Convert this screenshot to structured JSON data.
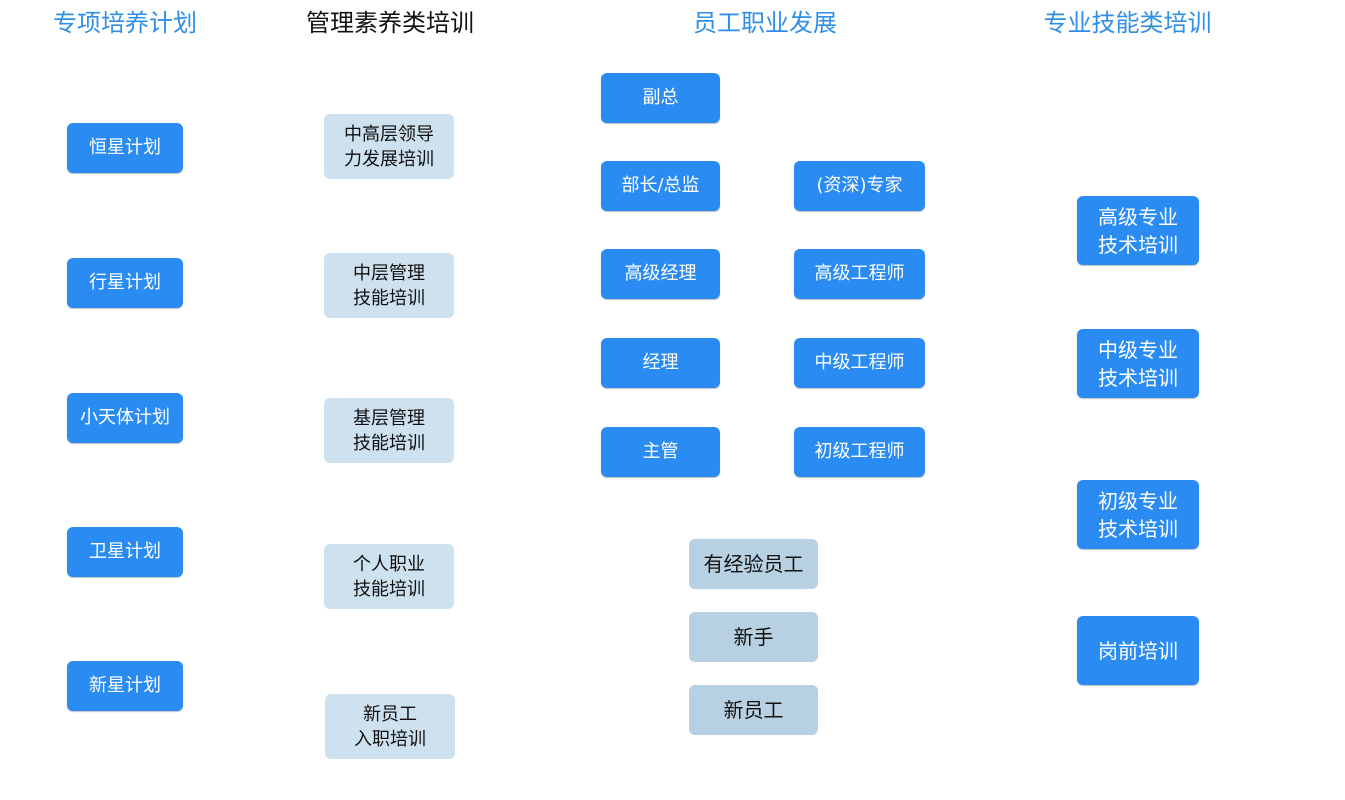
{
  "columns": {
    "special": {
      "title": "专项培养计划",
      "items": [
        "恒星计划",
        "行星计划",
        "小天体计划",
        "卫星计划",
        "新星计划"
      ]
    },
    "management": {
      "title": "管理素养类培训",
      "items": [
        "中高层领导\n力发展培训",
        "中层管理\n技能培训",
        "基层管理\n技能培训",
        "个人职业\n技能培训",
        "新员工\n入职培训"
      ]
    },
    "career": {
      "title": "员工职业发展",
      "management_track": [
        "副总",
        "部长/总监",
        "高级经理",
        "经理",
        "主管"
      ],
      "technical_track": [
        "(资深)专家",
        "高级工程师",
        "中级工程师",
        "初级工程师"
      ],
      "entry_levels": [
        "有经验员工",
        "新手",
        "新员工"
      ]
    },
    "professional": {
      "title": "专业技能类培训",
      "items": [
        "高级专业\n技术培训",
        "中级专业\n技术培训",
        "初级专业\n技术培训",
        "岗前培训"
      ]
    }
  },
  "colors": {
    "title_blue": "#2f8fe8",
    "box_blue": "#2a8cf2",
    "box_pale": "#cde1ee",
    "box_steel": "#b7d1e2"
  }
}
